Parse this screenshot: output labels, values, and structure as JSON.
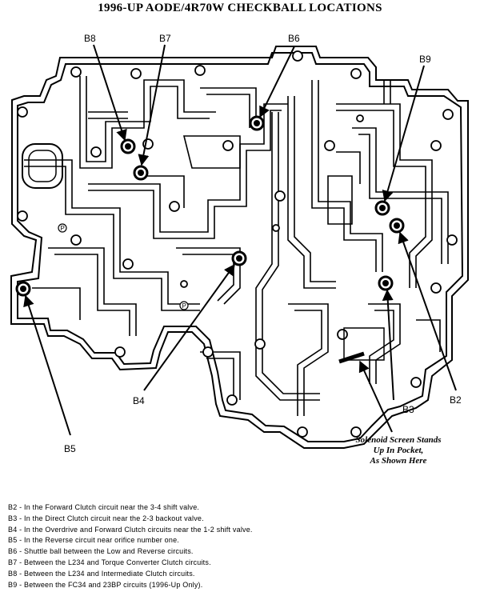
{
  "title": "1996-UP AODE/4R70W CHECKBALL LOCATIONS",
  "callouts": {
    "b8": "B8",
    "b7": "B7",
    "b6": "B6",
    "b9": "B9",
    "b4": "B4",
    "b5": "B5",
    "b3": "B3",
    "b2": "B2"
  },
  "note": {
    "line1": "Solenoid Screen Stands",
    "line2": "Up In Pocket,",
    "line3": "As Shown Here"
  },
  "legend": [
    "B2 - In the Forward Clutch circuit near the 3-4 shift valve.",
    "B3 - In the Direct Clutch circuit near the 2-3 backout valve.",
    "B4 - In the Overdrive and Forward Clutch circuits near the 1-2 shift valve.",
    "B5 - In the Reverse circuit near orifice number one.",
    "B6 - Shuttle ball between the Low and Reverse circuits.",
    "B7 - Between the L234 and Torque Converter Clutch circuits.",
    "B8 - Between the L234 and Intermediate Clutch circuits.",
    "B9 - Between the FC34 and 23BP circuits (1996-Up Only)."
  ]
}
